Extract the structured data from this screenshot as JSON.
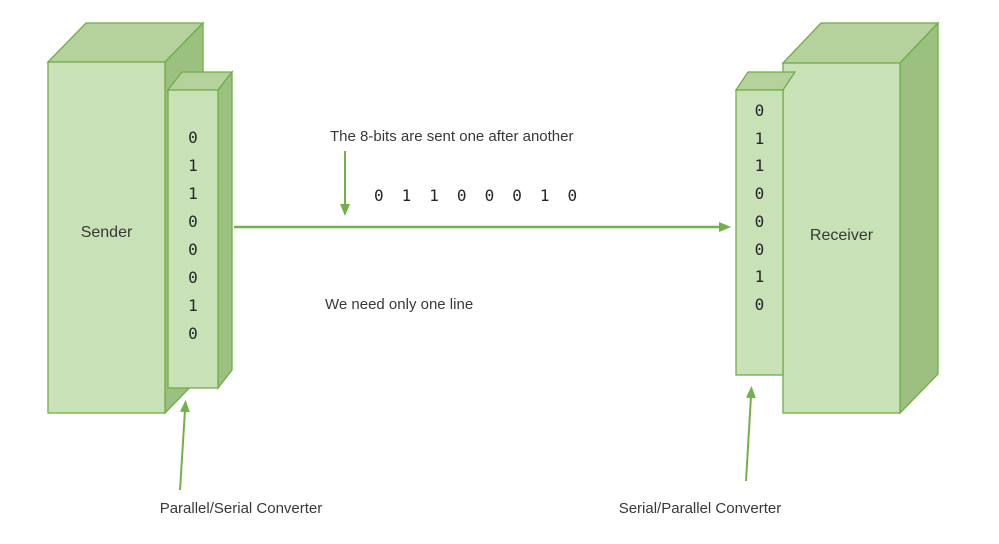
{
  "colors": {
    "box_front": "#c9e1b6",
    "box_top": "#b5d29c",
    "box_side": "#9cc07f",
    "box_stroke": "#70ad47",
    "arrow": "#72b14a",
    "text": "#383838",
    "bits_text": "#262626"
  },
  "sender": {
    "label": "Sender",
    "bits": [
      "0",
      "1",
      "1",
      "0",
      "0",
      "0",
      "1",
      "0"
    ],
    "converter_label": "Parallel/Serial Converter"
  },
  "receiver": {
    "label": "Receiver",
    "bits": [
      "0",
      "1",
      "1",
      "0",
      "0",
      "0",
      "1",
      "0"
    ],
    "converter_label": "Serial/Parallel Converter"
  },
  "channel": {
    "annotation_top": "The 8-bits are sent one after another",
    "serial_bits": [
      "0",
      "1",
      "1",
      "0",
      "0",
      "0",
      "1",
      "0"
    ],
    "annotation_bottom": "We need only one line"
  }
}
